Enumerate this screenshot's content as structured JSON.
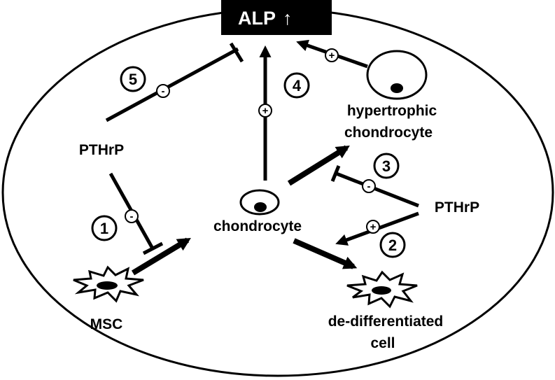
{
  "title": {
    "text": "ALP",
    "arrow": "↑"
  },
  "labels": {
    "hypertrophic_line1": "hypertrophic",
    "hypertrophic_line2": "chondrocyte",
    "pthrp_left": "PTHrP",
    "pthrp_right": "PTHrP",
    "chondrocyte": "chondrocyte",
    "msc": "MSC",
    "dediff_line1": "de-differentiated",
    "dediff_line2": "cell"
  },
  "steps": {
    "s1": "1",
    "s2": "2",
    "s3": "3",
    "s4": "4",
    "s5": "5"
  },
  "signs": {
    "plus": "+",
    "minus": "-"
  }
}
